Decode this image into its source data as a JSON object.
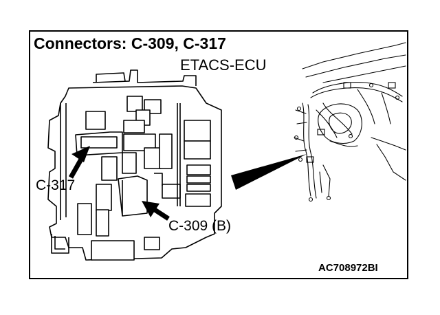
{
  "diagram": {
    "title": "Connectors: C-309, C-317",
    "component_label": "ETACS-ECU",
    "callouts": [
      {
        "id": "c317",
        "label": "C-317"
      },
      {
        "id": "c309",
        "label": "C-309 (B)"
      }
    ],
    "figure_id": "AC708972BI"
  }
}
